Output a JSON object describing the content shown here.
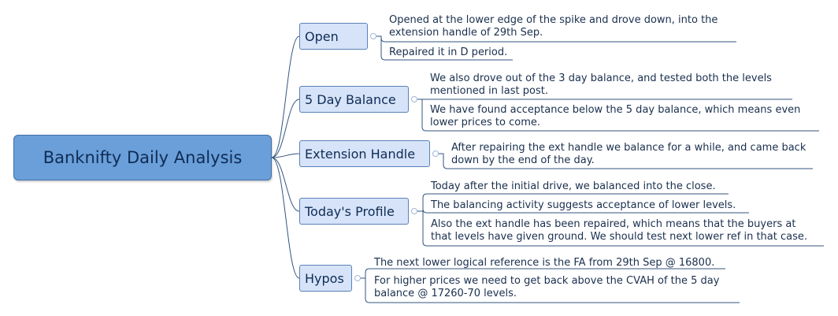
{
  "central": {
    "label": "Banknifty Daily Analysis"
  },
  "branches": [
    {
      "label": "Open",
      "notes": [
        [
          "Opened at the lower edge of the spike and drove down, into the",
          "extension handle of 29th Sep."
        ],
        [
          "Repaired it in D period."
        ]
      ]
    },
    {
      "label": "5 Day Balance",
      "notes": [
        [
          "We also drove out of the 3 day balance, and tested both the levels",
          "mentioned in last post."
        ],
        [
          "We have found acceptance below the 5 day balance, which means even",
          "lower prices to come."
        ]
      ]
    },
    {
      "label": "Extension Handle",
      "notes": [
        [
          "After repairing the ext handle we balance for a while, and came back",
          "down by the end of the day."
        ]
      ]
    },
    {
      "label": "Today's Profile",
      "notes": [
        [
          "Today after the initial drive, we balanced into the close."
        ],
        [
          "The balancing activity suggests acceptance of lower levels."
        ],
        [
          "Also the ext handle has been repaired, which means that the buyers at",
          "that levels have given ground. We should test next lower ref in that case."
        ]
      ]
    },
    {
      "label": "Hypos",
      "notes": [
        [
          "The next lower logical reference is the FA from 29th Sep @ 16800."
        ],
        [
          "For higher prices we need to get back above the CVAH of the 5 day",
          "balance @ 17260-70 levels."
        ]
      ]
    }
  ],
  "colors": {
    "central_fill": "#6a9fd9",
    "branch_fill": "#d6e3f8",
    "connector": "#33557f",
    "text": "#0f2c55"
  }
}
